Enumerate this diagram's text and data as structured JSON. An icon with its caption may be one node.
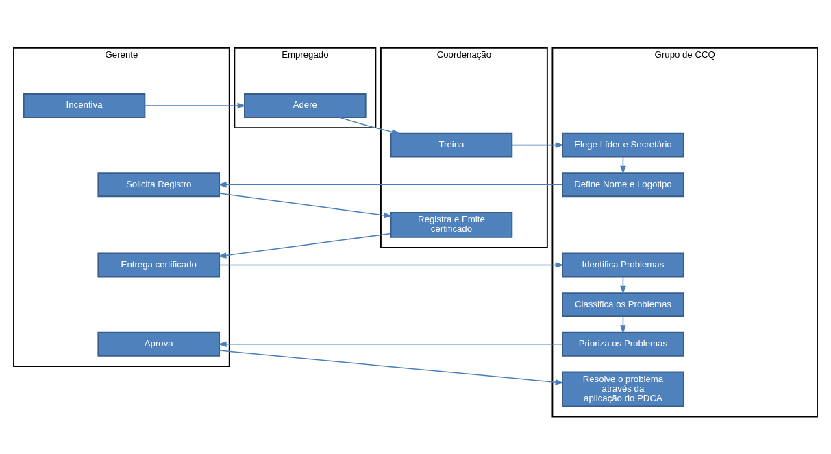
{
  "diagram": {
    "nodes": [
      {
        "text": [
          "Gerente"
        ]
      },
      {
        "text": [
          "Coordenação"
        ]
      },
      {
        "text": [
          "Empregado"
        ]
      },
      {
        "text": [
          "Grupo de CCQ"
        ]
      },
      {
        "text": [
          "Incentiva"
        ],
        "in": 0
      },
      {
        "text": [
          "Adere"
        ],
        "in": 2
      },
      {
        "text": [
          "Treina"
        ],
        "in": 1
      },
      {
        "text": [
          "Elege Líder e Secretário"
        ],
        "in": 3
      },
      {
        "text": [
          "Solicita Registro"
        ],
        "in": 0
      },
      {
        "text": [
          "Define Nome e Logotipo"
        ],
        "in": 3
      },
      {
        "text": [
          "Registra e Emite certificado"
        ],
        "in": 1
      },
      {
        "text": [
          "Entrega certificado"
        ],
        "in": 0
      },
      {
        "text": [
          "Identifica Problemas"
        ],
        "in": 3
      },
      {
        "text": [
          "Classifica os Problemas"
        ],
        "in": 3
      },
      {
        "text": [
          "Prioriza os Problemas"
        ],
        "in": 3
      },
      {
        "text": [
          "Aprova"
        ],
        "in": 0
      },
      {
        "text": [
          "Resolve o problema através da aplicação do PDCA"
        ],
        "in": 3
      }
    ],
    "edges": [
      {
        "from": 4,
        "to": 5,
        "arrow": "to"
      },
      {
        "from": 5,
        "to": 6,
        "arrow": "to"
      },
      {
        "from": 6,
        "to": 7,
        "arrow": "to"
      },
      {
        "from": 7,
        "to": 9,
        "arrow": "to"
      },
      {
        "from": 9,
        "to": 8,
        "arrow": "to"
      },
      {
        "from": 8,
        "to": 10,
        "arrow": "to"
      },
      {
        "from": 10,
        "to": 11,
        "arrow": "to"
      },
      {
        "from": 11,
        "to": 12,
        "arrow": "to"
      },
      {
        "from": 12,
        "to": 13,
        "arrow": "to"
      },
      {
        "from": 13,
        "to": 14,
        "arrow": "to"
      },
      {
        "from": 14,
        "to": 15,
        "arrow": "to"
      },
      {
        "from": 15,
        "to": 16,
        "arrow": "to"
      }
    ]
  }
}
